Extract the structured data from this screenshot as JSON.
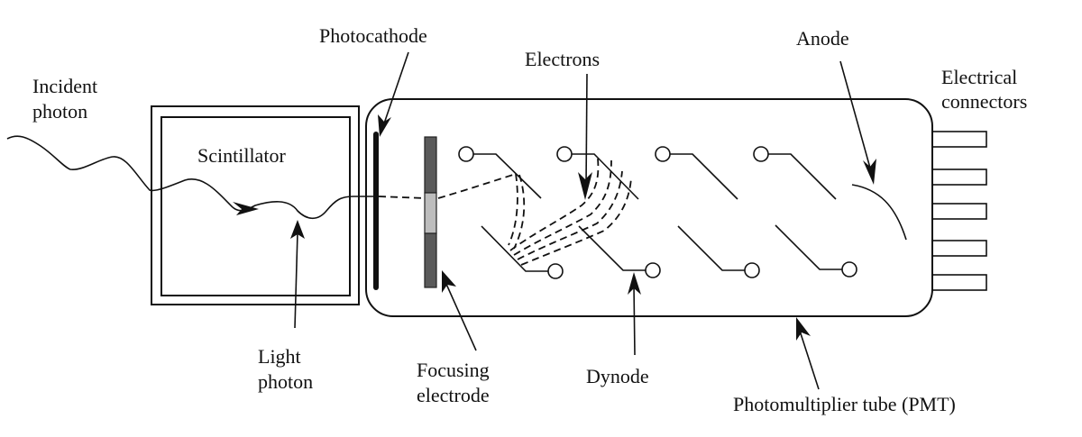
{
  "title": "Scintillation detector with photomultiplier tube",
  "colors": {
    "line": "#111111",
    "focusing_electrode_dark": "#5a5a5a",
    "focusing_electrode_aperture": "#bdbdbd",
    "background": "#ffffff"
  },
  "labels": {
    "incident_photon": [
      "Incident",
      "photon"
    ],
    "scintillator": "Scintillator",
    "photocathode": "Photocathode",
    "electrons": "Electrons",
    "anode": "Anode",
    "electrical_connectors": [
      "Electrical",
      "connectors"
    ],
    "light_photon": [
      "Light",
      "photon"
    ],
    "focusing_electrode": [
      "Focusing",
      "electrode"
    ],
    "dynode": "Dynode",
    "pmt": "Photomultiplier tube (PMT)"
  },
  "components": {
    "dynode_count": 8,
    "connector_count": 5
  }
}
